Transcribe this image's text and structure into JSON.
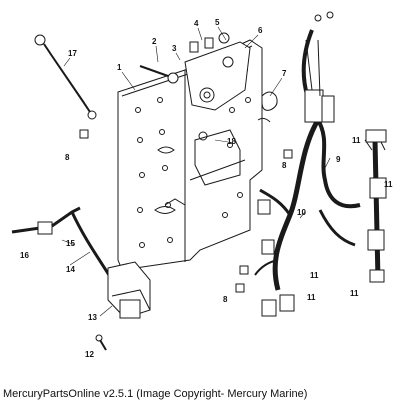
{
  "diagram": {
    "callouts": {
      "c1": "1",
      "c2": "2",
      "c3": "3",
      "c4": "4",
      "c5": "5",
      "c6": "6",
      "c7": "7",
      "c8a": "8",
      "c8b": "8",
      "c8c": "8",
      "c9": "9",
      "c10": "10",
      "c11a": "11",
      "c11b": "11",
      "c11c": "11",
      "c11d": "11",
      "c11e": "11",
      "c12": "12",
      "c13": "13",
      "c14": "14",
      "c15": "15",
      "c16": "16",
      "c17": "17",
      "c18": "18"
    }
  },
  "footer": {
    "text": "MercuryPartsOnline v2.5.1 (Image Copyright- Mercury Marine)"
  }
}
